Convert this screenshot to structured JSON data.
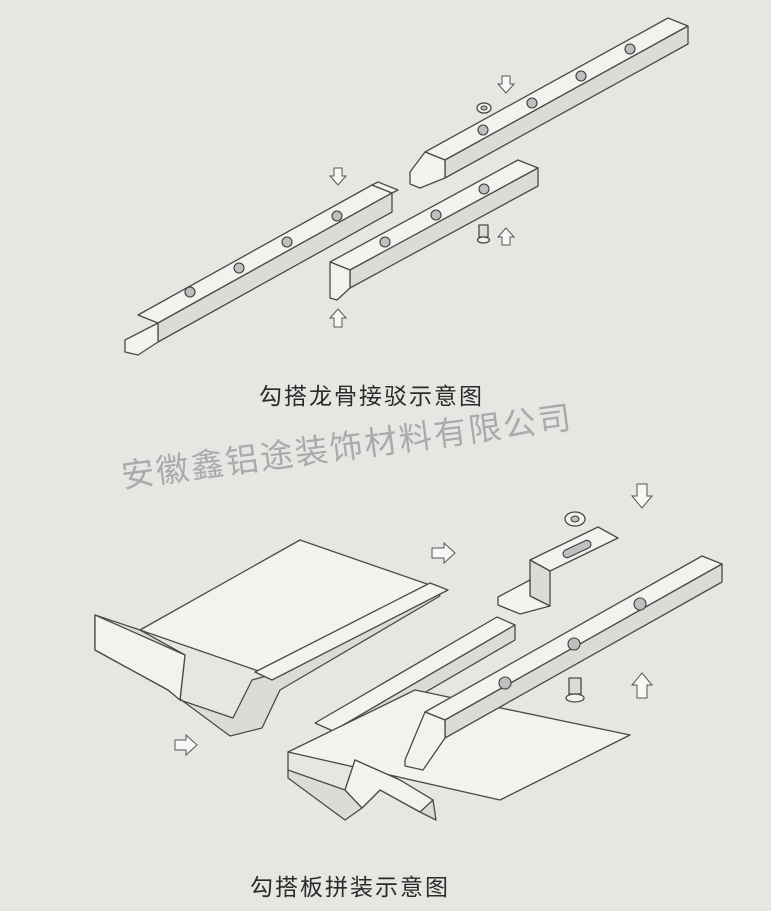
{
  "diagram": {
    "top_caption": "勾搭龙骨接驳示意图",
    "bottom_caption": "勾搭板拼装示意图",
    "watermark": "安徽鑫铝途装饰材料有限公司"
  },
  "colors": {
    "background": "#e7e6e2",
    "line": "#4a4a4a",
    "panel_fill": "#f3f2ef",
    "hole_fill": "#bfbfbf",
    "watermark": "#78787f"
  },
  "icons": [
    "down-arrow-icon",
    "up-arrow-icon",
    "right-arrow-icon",
    "nut-icon",
    "bolt-icon"
  ]
}
